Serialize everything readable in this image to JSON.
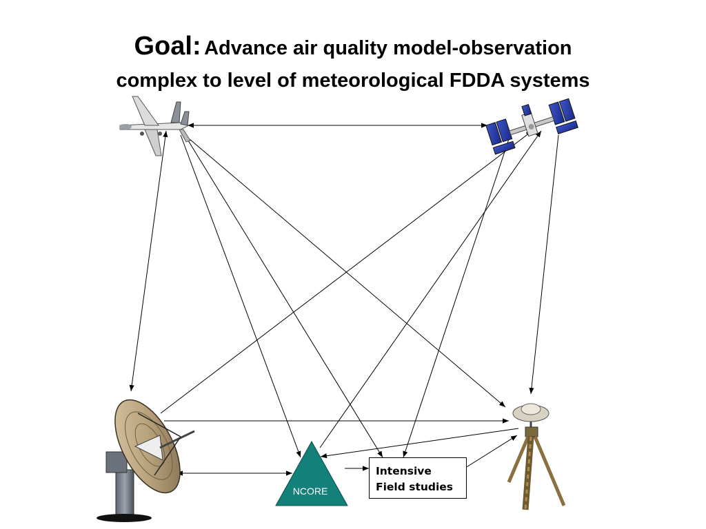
{
  "title": {
    "lead": "Goal:",
    "rest": "Advance air quality model-observation",
    "line2": "complex to level of meteorological FDDA systems"
  },
  "nodes": {
    "aircraft": {
      "icon": "aircraft-icon"
    },
    "satellite": {
      "icon": "space-station-icon"
    },
    "radar": {
      "icon": "radar-dish-icon"
    },
    "ground_sensor": {
      "icon": "tripod-sensor-icon"
    },
    "ncore": {
      "label": "NCORE",
      "color": "#13807a",
      "icon": "triangle-icon"
    },
    "field_studies": {
      "line1": "Intensive",
      "line2": "Field studies"
    }
  },
  "connections": [
    {
      "from": "aircraft",
      "to": "satellite",
      "arrow": "both"
    },
    {
      "from": "aircraft",
      "to": "radar",
      "arrow": "both"
    },
    {
      "from": "aircraft",
      "to": "ncore",
      "arrow": "end"
    },
    {
      "from": "aircraft",
      "to": "field_studies",
      "arrow": "end"
    },
    {
      "from": "aircraft",
      "to": "ground_sensor",
      "arrow": "end"
    },
    {
      "from": "radar",
      "to": "satellite",
      "arrow": "end"
    },
    {
      "from": "ncore",
      "to": "satellite",
      "arrow": "end"
    },
    {
      "from": "satellite",
      "to": "field_studies",
      "arrow": "end"
    },
    {
      "from": "satellite",
      "to": "ground_sensor",
      "arrow": "end"
    },
    {
      "from": "radar",
      "to": "ground_sensor",
      "arrow": "end"
    },
    {
      "from": "radar",
      "to": "ncore",
      "arrow": "both"
    },
    {
      "from": "ground_sensor",
      "to": "ncore",
      "arrow": "end"
    },
    {
      "from": "ncore",
      "to": "field_studies",
      "arrow": "end"
    },
    {
      "from": "field_studies",
      "to": "ground_sensor",
      "arrow": "end"
    }
  ]
}
